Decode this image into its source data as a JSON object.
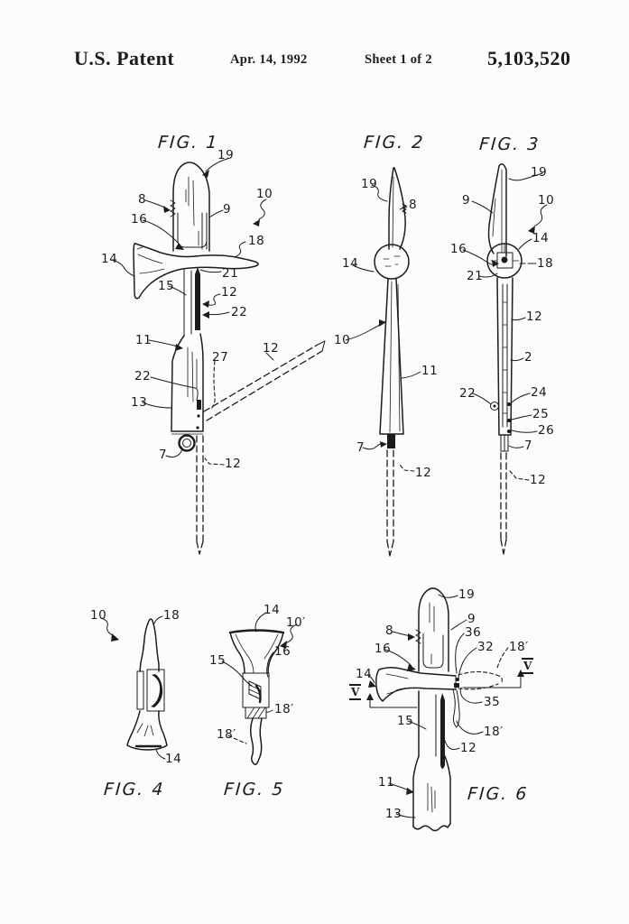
{
  "header": {
    "title": "U.S. Patent",
    "date": "Apr. 14, 1992",
    "sheet": "Sheet 1 of 2",
    "patent_number": "5,103,520"
  },
  "ink_color": "#1c1c1c",
  "paper_color": "#fcfcfa",
  "figures": [
    {
      "caption": "FIG. 1",
      "labels": [
        "19",
        "8",
        "9",
        "10",
        "16",
        "18",
        "14",
        "21",
        "15",
        "12",
        "22",
        "11",
        "27",
        "12",
        "22",
        "13",
        "7",
        "12"
      ]
    },
    {
      "caption": "FIG. 2",
      "labels": [
        "19",
        "8",
        "14",
        "10",
        "11",
        "7",
        "12"
      ]
    },
    {
      "caption": "FIG. 3",
      "labels": [
        "19",
        "9",
        "10",
        "14",
        "16",
        "18",
        "21",
        "12",
        "2",
        "22",
        "24",
        "25",
        "26",
        "7",
        "12"
      ]
    },
    {
      "caption": "FIG. 4",
      "labels": [
        "10",
        "18",
        "14"
      ]
    },
    {
      "caption": "FIG. 5",
      "labels": [
        "14",
        "10′",
        "15",
        "16",
        "18′",
        "18′"
      ]
    },
    {
      "caption": "FIG. 6",
      "labels": [
        "19",
        "9",
        "36",
        "32",
        "18′",
        "8",
        "16",
        "14",
        "35",
        "15",
        "18′",
        "12",
        "11",
        "13"
      ],
      "section_marker": "V"
    }
  ]
}
